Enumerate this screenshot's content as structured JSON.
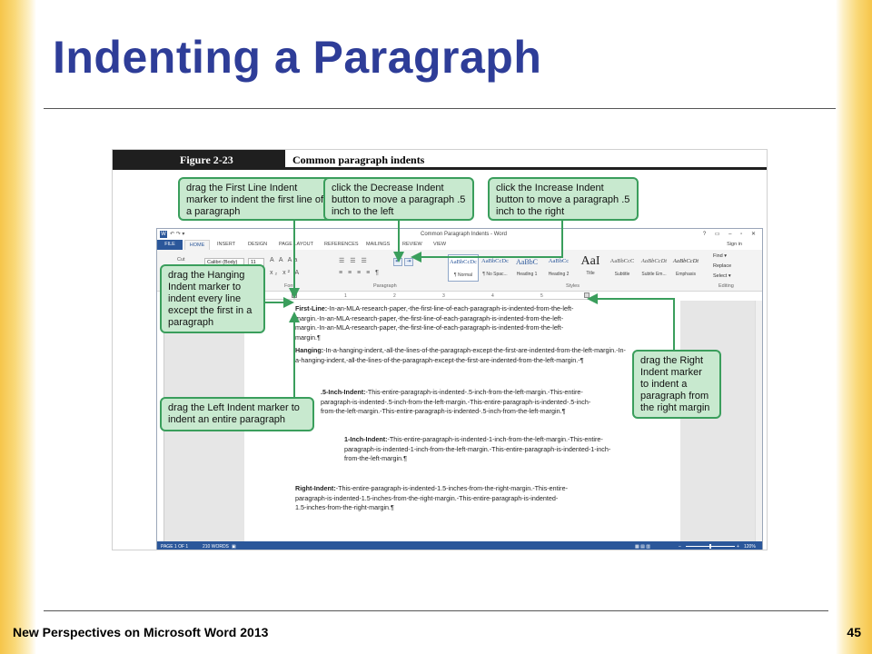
{
  "slide": {
    "title": "Indenting a Paragraph",
    "footer_left": "New Perspectives on Microsoft Word 2013",
    "page_number": "45"
  },
  "figure": {
    "label": "Figure 2-23",
    "caption": "Common paragraph indents",
    "callouts": {
      "first_line": "drag the First Line Indent marker to indent the first line of a paragraph",
      "decrease": "click the Decrease Indent button to move a paragraph .5 inch to the left",
      "increase": "click the Increase Indent button to move a paragraph .5 inch to the right",
      "hanging": "drag the Hanging Indent marker to indent every line except the first in a paragraph",
      "left_indent": "drag the Left Indent marker to indent an entire paragraph",
      "right_indent": "drag the Right Indent marker to indent a paragraph from the right margin"
    },
    "colors": {
      "callout_fill": "#c8e9cf",
      "callout_border": "#3a9e5c",
      "word_blue": "#2b579a",
      "title_blue": "#2e3d98"
    }
  },
  "word": {
    "window_title": "Common Paragraph Indents - Word",
    "quick_access": "↶ ↷ ▾",
    "window_controls": "? ▭ – ▫ ✕",
    "sign_in": "Sign in",
    "tabs": [
      "FILE",
      "HOME",
      "INSERT",
      "DESIGN",
      "PAGE LAYOUT",
      "REFERENCES",
      "MAILINGS",
      "REVIEW",
      "VIEW"
    ],
    "ribbon": {
      "cut": "Cut",
      "font_name": "Calibri (Body)",
      "font_size": "11",
      "groups": [
        "Font",
        "Paragraph",
        "Styles",
        "Editing"
      ],
      "styles": [
        {
          "sample": "AaBbCcDc",
          "name": "¶ Normal"
        },
        {
          "sample": "AaBbCcDc",
          "name": "¶ No Spac..."
        },
        {
          "sample": "AaBbC",
          "name": "Heading 1"
        },
        {
          "sample": "AaBbCc",
          "name": "Heading 2"
        },
        {
          "sample": "AaI",
          "name": "Title"
        },
        {
          "sample": "AaBbCcC",
          "name": "Subtitle"
        },
        {
          "sample": "AaBbCcDt",
          "name": "Subtle Em..."
        },
        {
          "sample": "AaBbCcDt",
          "name": "Emphasis"
        }
      ],
      "editing": [
        "Find ▾",
        "Replace",
        "Select ▾"
      ]
    },
    "ruler_numbers": [
      "1",
      "2",
      "3",
      "4",
      "5"
    ],
    "document": {
      "p1_label": "First-Line:",
      "p1_text": "-In-an-MLA-research-paper,-the-first-line-of-each-paragraph-is-indented-from-the-left-margin.-In-an-MLA-research-paper,-the-first-line-of-each-paragraph-is-indented-from-the-left-margin.-In-an-MLA-research-paper,-the-first-line-of-each-paragraph-is-indented-from-the-left-margin.¶",
      "p2_label": "Hanging:",
      "p2_text": "-In-a-hanging-indent,-all-the-lines-of-the-paragraph-except-the-first-are-indented-from-the-left-margin.-In-a-hanging-indent,-all-the-lines-of-the-paragraph-except-the-first-are-indented-from-the-left-margin.-¶",
      "p3_label": ".5-Inch-Indent:",
      "p3_text": "-This-entire-paragraph-is-indented-.5-inch-from-the-left-margin.-This-entire-paragraph-is-indented-.5-inch-from-the-left-margin.-This-entire-paragraph-is-indented-.5-inch-from-the-left-margin.-This-entire-paragraph-is-indented-.5-inch-from-the-left-margin.¶",
      "p4_label": "1-Inch-Indent:",
      "p4_text": "-This-entire-paragraph-is-indented-1-inch-from-the-left-margin.-This-entire-paragraph-is-indented-1-inch-from-the-left-margin.-This-entire-paragraph-is-indented-1-inch-from-the-left-margin.¶",
      "p5_label": "Right-Indent:",
      "p5_text": "-This-entire-paragraph-is-indented-1.5-inches-from-the-right-margin.-This-entire-paragraph-is-indented-1.5-inches-from-the-right-margin.-This-entire-paragraph-is-indented-1.5-inches-from-the-right-margin.¶"
    },
    "status": {
      "page": "PAGE 1 OF 1",
      "words": "210 WORDS",
      "zoom": "120%"
    }
  }
}
